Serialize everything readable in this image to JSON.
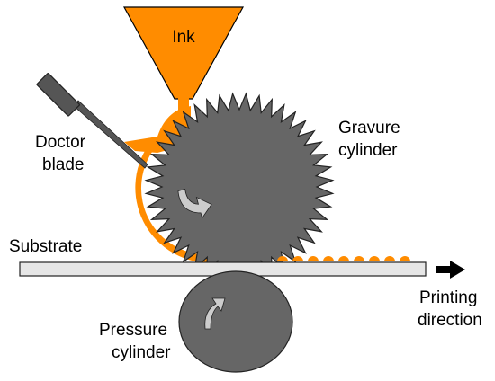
{
  "labels": {
    "ink": "Ink",
    "doctor_blade": [
      "Doctor",
      "blade"
    ],
    "gravure_cylinder": [
      "Gravure",
      "cylinder"
    ],
    "substrate": "Substrate",
    "pressure_cylinder": [
      "Pressure",
      "cylinder"
    ],
    "printing_direction": [
      "Printing",
      "direction"
    ]
  },
  "colors": {
    "ink": "#ff8c00",
    "cylinder": "#666666",
    "outline": "#222222",
    "substrate": "#e6e6e6",
    "arrow_fill": "#cccccc",
    "text": "#000000"
  },
  "icons": {
    "gravure_rotation": "curved-arrow-icon",
    "pressure_rotation": "curved-arrow-icon",
    "direction": "right-arrow-icon"
  }
}
